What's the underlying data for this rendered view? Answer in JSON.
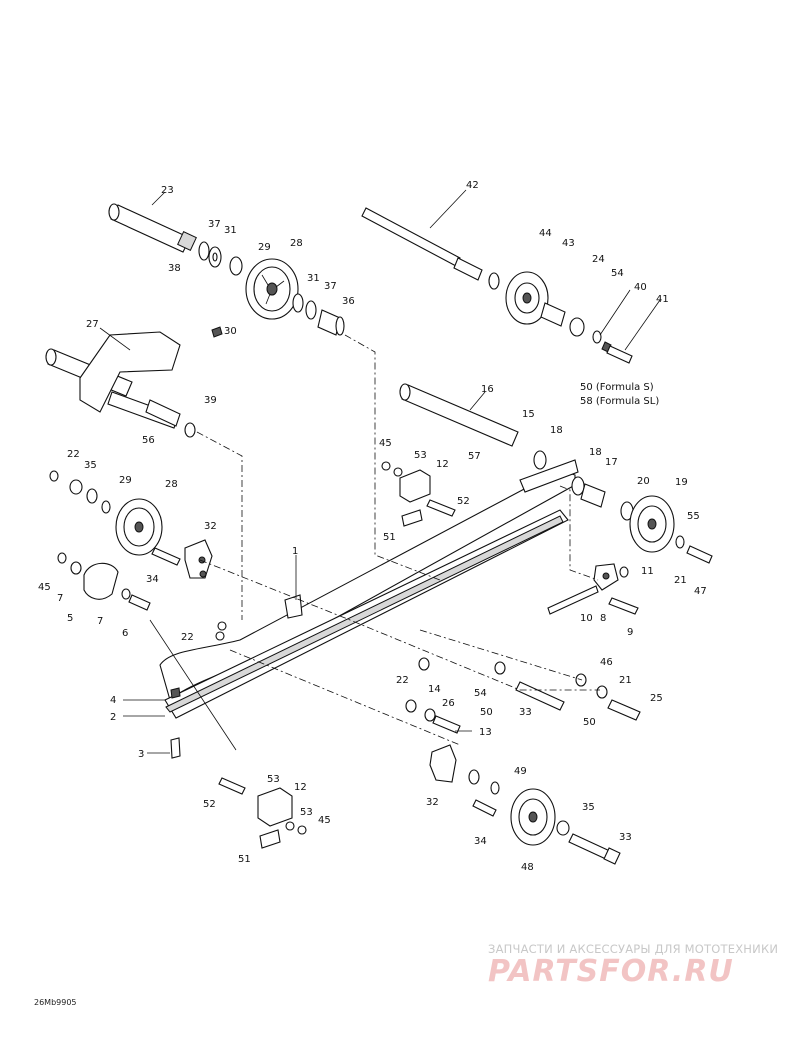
{
  "diagram": {
    "labels": [
      "23",
      "37",
      "31",
      "38",
      "29",
      "28",
      "31",
      "37",
      "36",
      "42",
      "44",
      "43",
      "24",
      "54",
      "40",
      "41",
      "50 (Formula S)",
      "58 (Formula SL)",
      "27",
      "30",
      "39",
      "56",
      "16",
      "15",
      "18",
      "45",
      "53",
      "12",
      "57",
      "52",
      "51",
      "22",
      "35",
      "29",
      "28",
      "32",
      "1",
      "18",
      "17",
      "20",
      "19",
      "55",
      "11",
      "21",
      "47",
      "45",
      "7",
      "5",
      "7",
      "6",
      "34",
      "10",
      "8",
      "9",
      "22",
      "22",
      "46",
      "21",
      "25",
      "14",
      "54",
      "26",
      "50",
      "13",
      "33",
      "50",
      "4",
      "2",
      "3",
      "53",
      "12",
      "52",
      "53",
      "45",
      "51",
      "32",
      "49",
      "34",
      "35",
      "33",
      "48"
    ]
  },
  "watermark": {
    "top_text": "ЗАПЧАСТИ И АКСЕССУАРЫ ДЛЯ МОТОТЕХНИКИ",
    "logo": "PARTSFOR.RU"
  },
  "drawing_code": "26Mb9905"
}
